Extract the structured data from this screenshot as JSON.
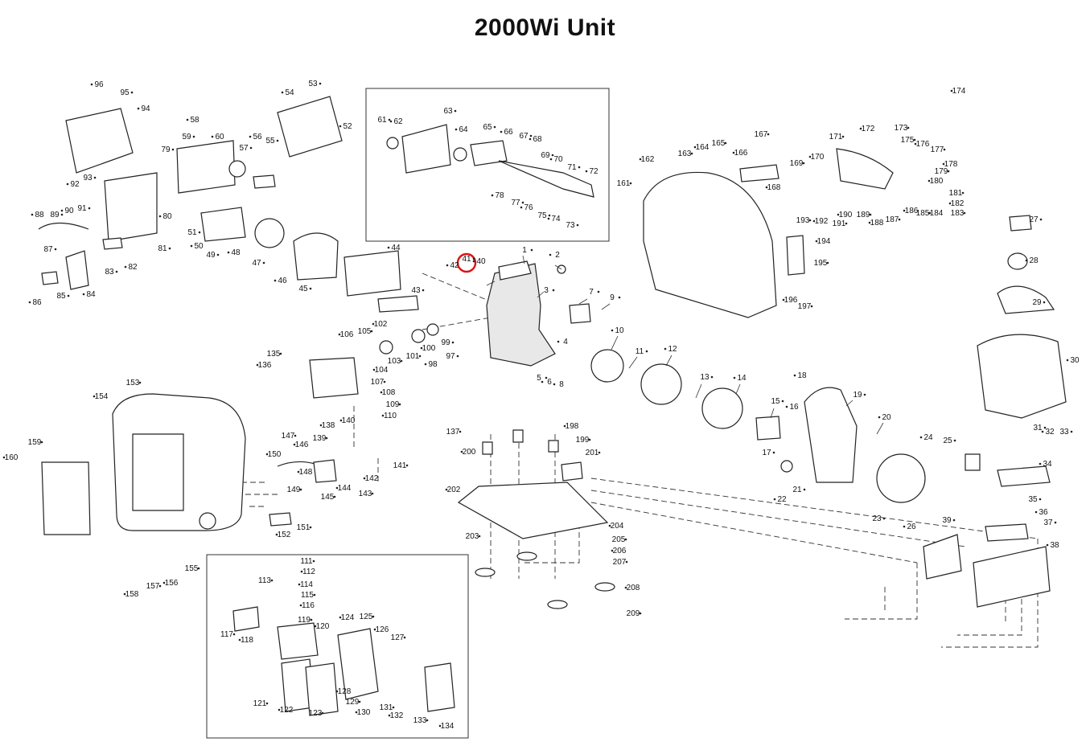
{
  "title": "2000Wi Unit",
  "highlight": {
    "part": "41",
    "color": "#e01010"
  },
  "parts": [
    "1",
    "2",
    "3",
    "4",
    "5",
    "6",
    "7",
    "8",
    "9",
    "10",
    "11",
    "12",
    "13",
    "14",
    "15",
    "16",
    "17",
    "18",
    "19",
    "20",
    "21",
    "22",
    "23",
    "24",
    "25",
    "26",
    "27",
    "28",
    "29",
    "30",
    "31",
    "32",
    "33",
    "34",
    "35",
    "36",
    "37",
    "38",
    "39",
    "40",
    "41",
    "42",
    "43",
    "44",
    "45",
    "46",
    "47",
    "48",
    "49",
    "50",
    "51",
    "52",
    "53",
    "54",
    "55",
    "56",
    "57",
    "58",
    "59",
    "60",
    "61",
    "62",
    "63",
    "64",
    "65",
    "66",
    "67",
    "68",
    "69",
    "70",
    "71",
    "72",
    "73",
    "74",
    "75",
    "76",
    "77",
    "78",
    "79",
    "80",
    "81",
    "82",
    "83",
    "84",
    "85",
    "86",
    "87",
    "88",
    "89",
    "90",
    "91",
    "92",
    "93",
    "94",
    "95",
    "96",
    "97",
    "98",
    "99",
    "100",
    "101",
    "102",
    "103",
    "104",
    "105",
    "106",
    "107",
    "108",
    "109",
    "110",
    "111",
    "112",
    "113",
    "114",
    "115",
    "116",
    "117",
    "118",
    "119",
    "120",
    "121",
    "122",
    "123",
    "124",
    "125",
    "126",
    "127",
    "128",
    "129",
    "130",
    "131",
    "132",
    "133",
    "134",
    "135",
    "136",
    "137",
    "138",
    "139",
    "140",
    "141",
    "142",
    "143",
    "144",
    "145",
    "146",
    "147",
    "148",
    "149",
    "150",
    "151",
    "152",
    "153",
    "154",
    "155",
    "156",
    "157",
    "158",
    "159",
    "160",
    "161",
    "162",
    "163",
    "164",
    "165",
    "166",
    "167",
    "168",
    "169",
    "170",
    "171",
    "172",
    "173",
    "174",
    "175",
    "176",
    "177",
    "178",
    "179",
    "180",
    "181",
    "182",
    "183",
    "184",
    "185",
    "186",
    "187",
    "188",
    "189",
    "190",
    "191",
    "192",
    "193",
    "194",
    "195",
    "196",
    "197",
    "198",
    "199",
    "200",
    "201",
    "202",
    "203",
    "204",
    "205",
    "206",
    "207",
    "208",
    "209"
  ]
}
